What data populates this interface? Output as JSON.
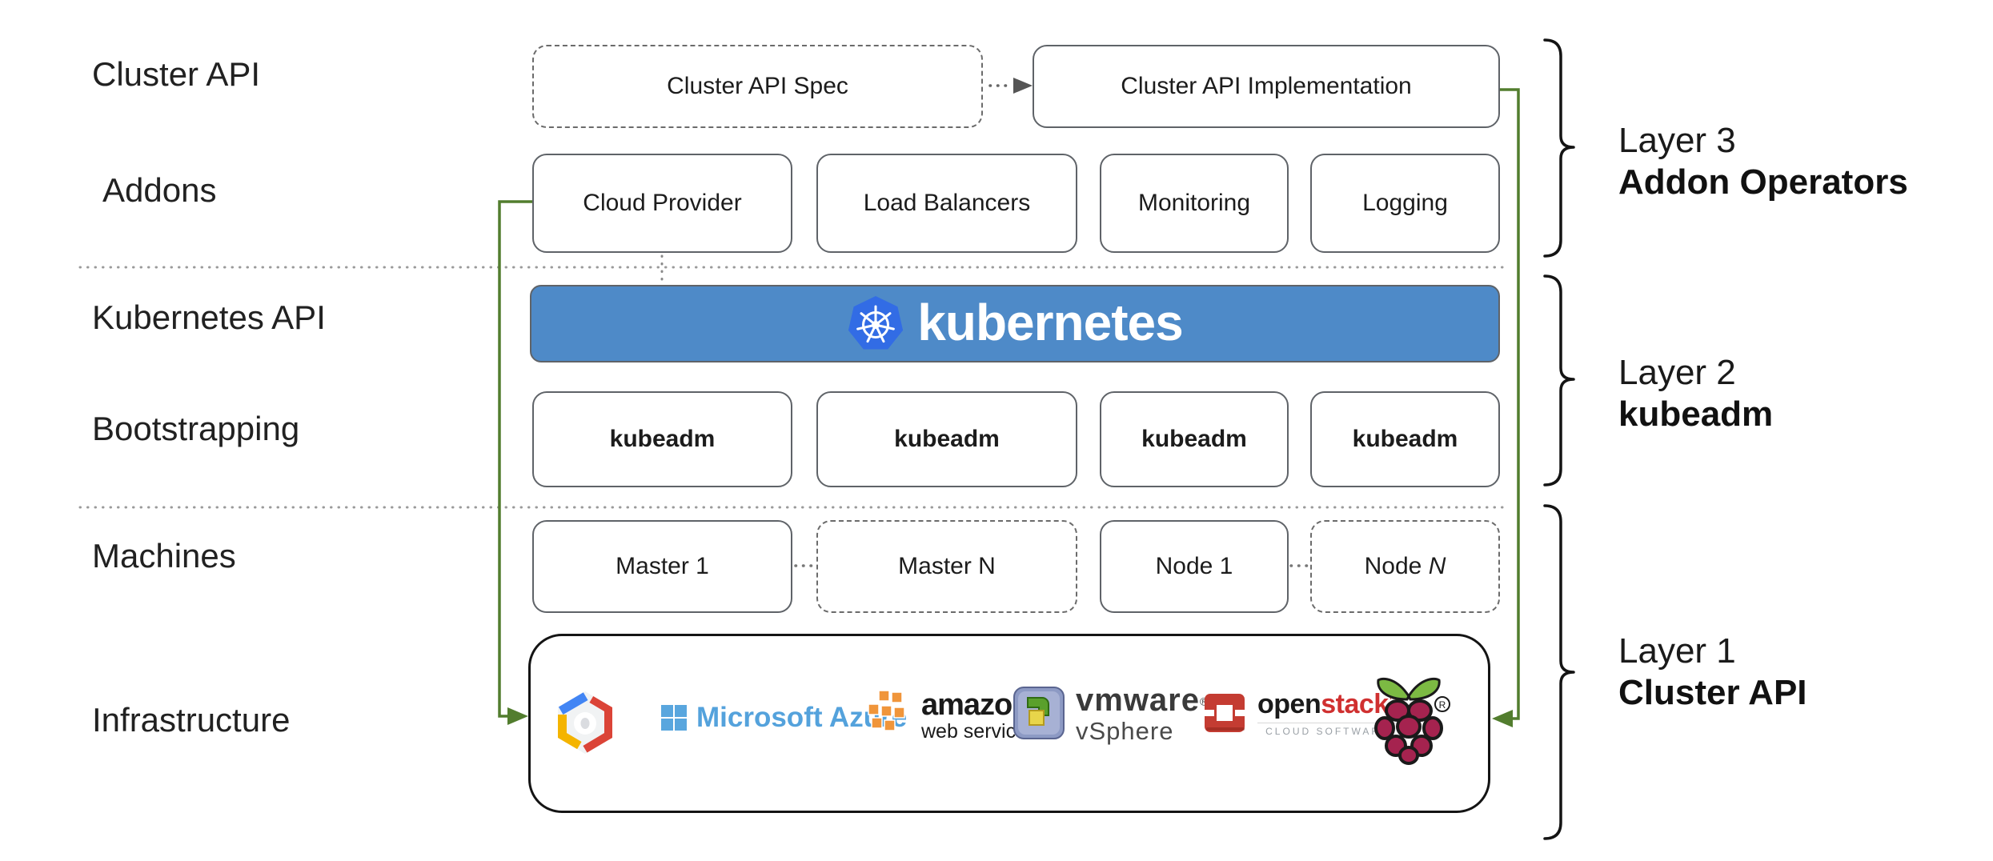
{
  "row_labels": {
    "cluster_api": "Cluster API",
    "addons": "Addons",
    "kubernetes_api": "Kubernetes API",
    "bootstrapping": "Bootstrapping",
    "machines": "Machines",
    "infrastructure": "Infrastructure"
  },
  "cluster_api_row": {
    "spec_label": "Cluster API Spec",
    "impl_label": "Cluster API Implementation"
  },
  "addons": [
    "Cloud Provider",
    "Load Balancers",
    "Monitoring",
    "Logging"
  ],
  "banner": {
    "wordmark": "kubernetes"
  },
  "bootstrapping_boxes": [
    "kubeadm",
    "kubeadm",
    "kubeadm",
    "kubeadm"
  ],
  "machines_boxes": {
    "master1": "Master 1",
    "masterN": "Master N",
    "node1": "Node 1",
    "nodeN_prefix": "Node ",
    "nodeN_suffix": "N"
  },
  "infrastructure_logos": {
    "azure_label": "Microsoft Azure",
    "aws_word": "amazon",
    "aws_sub": "web services",
    "vmware_word": "vmware",
    "vmware_reg": "®",
    "vsphere_word": "vSphere",
    "openstack_open": "open",
    "openstack_stack": "stack",
    "openstack_tm": "™",
    "openstack_sub": "CLOUD SOFTWARE",
    "rpi_reg": "®"
  },
  "layers": {
    "layer3": {
      "line1": "Layer 3",
      "line2": "Addon Operators"
    },
    "layer2": {
      "line1": "Layer 2",
      "line2": "kubeadm"
    },
    "layer1": {
      "line1": "Layer 1",
      "line2": "Cluster API"
    }
  },
  "icons": {
    "kubernetes_wheel": "kubernetes-wheel-icon",
    "gcp": "google-cloud-hexagon-icon",
    "azure_flag": "windows-flag-icon",
    "aws_cubes": "aws-cubes-icon",
    "vmware_tile": "vmware-vsphere-icon",
    "openstack_cube": "openstack-cube-icon",
    "raspberry": "raspberry-pi-icon"
  },
  "colors": {
    "banner_blue": "#4e8ac8",
    "k8s_logo_blue": "#326ce5",
    "connector_green": "#527d2e",
    "box_border_gray": "#5f6368",
    "azure_blue": "#54a2dc",
    "aws_orange": "#f0953a",
    "gcp_blue": "#4285f4",
    "gcp_red": "#db4437",
    "gcp_yellow": "#f4b400",
    "vmware_tile_blue": "#7282b2",
    "openstack_red": "#c43c32",
    "raspberry_crimson": "#a5234f",
    "leaf_green": "#7cba43"
  }
}
